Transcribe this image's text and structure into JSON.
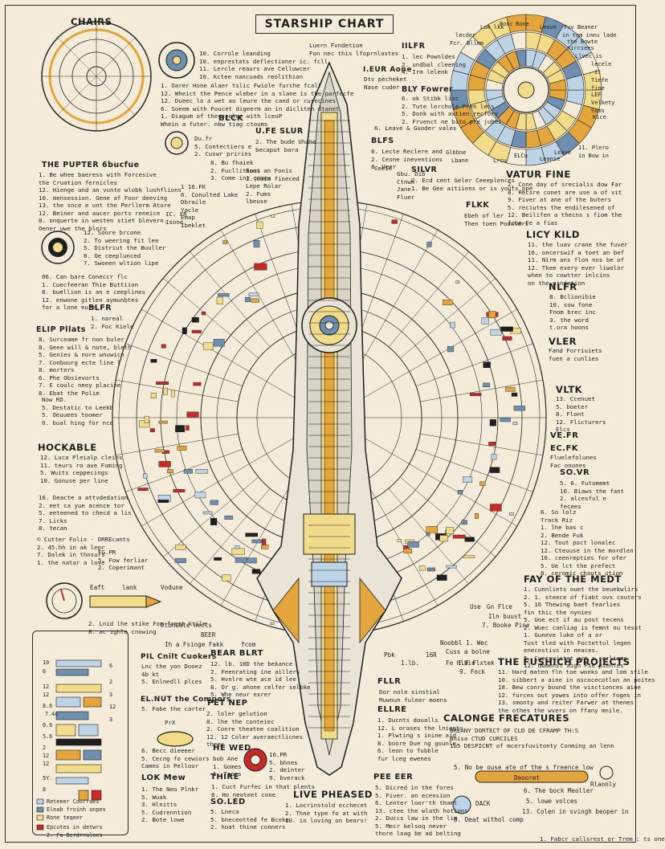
{
  "title": "STARSHIP CHART",
  "headings": {
    "chairs": "CHAIRS",
    "pupter": "THE PUPTER 6bucfue",
    "vatur": "VATUR FINE",
    "licy": "LICY KILD",
    "nlfr": "NLFR",
    "vler": "VLER",
    "vltk": "VLTK",
    "hockable": "HOCKABLE",
    "fay": "FAY OF THE MEDT",
    "fushich": "THE FUSHICH PROJECTS",
    "calonge": "CALONGE FRECATURES",
    "live": "LIVE PHEASED",
    "blfr": "BLFR",
    "elip": "ELIP Pllats",
    "blck": "BLCK",
    "pet_nep": "PET NEP",
    "he_wed": "HE WED",
    "lok": "LOK Mew",
    "soled": "SO.LED",
    "bear": "BEAR BLRT",
    "pil": "PIL Cnilt Cuokers",
    "elnut": "EL.NUT the Compors",
    "thire": "THIRE",
    "flir": "FLLR",
    "ellre": "ELLRE",
    "peeeer": "PEE EER",
    "ufe": "U.FE SLUR",
    "blfs": "BLFS",
    "silvr": "SILVR",
    "flkk": "FLKK",
    "veeck": "VE.FR\nEC.FK",
    "sovr": "SO.VR",
    "ilfr": "IILFR",
    "bly": "BLY Fowrer",
    "ieur": "I.EUR Aone"
  },
  "blocks": {
    "top_dial_items": [
      "10. Corrole leanding",
      "10. enprestats deflectioner ic. fcll",
      "11. Lercle reaurs ave Celluwcer",
      "10. Kctee nancuads reolithion"
    ],
    "chairs_list": [
      "1. Oarer Hone Alaer tslic Fwiole furche fcalf",
      "12. Wheict the Pence wleber in a slane is the parfecfe",
      "12. Dueec lo a wet ao leure the cand or curecines",
      "6. Soeem with Foucet digeerm an in dicliten dtanet",
      "1. Diagum of thesseelue with lceuP",
      "   Whein a futer. nbw tiag ctoums"
    ],
    "pupter_list": [
      "1. Be whee baeress with Forcesive",
      "   the Cruation fernicles",
      "12. Hienge and an vunte wlobk lushflions",
      "10. mensession. Gene af Foor deeving",
      "13. the snce e unt the Perllerm Atore",
      "12. Beiner and aucer ports reneice",
      "8. onquerte in westen stiet blevern.",
      "   Oener uwe the blors"
    ],
    "left_mid": [
      "12. Soore brcone",
      "2. To weering fit lee",
      "5. Distriut the Buuller",
      "8. Oe ceeplunced",
      "7. Swoeen wltion lipe"
    ],
    "left_text2": [
      "06. Can bare Coneccr flc",
      "1. Cuecfeeran Thie Buttiion",
      "8. buellion is an e ceeplines",
      "12. enwone gitlen aymunbtes",
      "    for a lone eure"
    ],
    "elip_list": [
      "8. Surceame fr non buler",
      "8. Geee will & note, bleth",
      "5. Genies & nore wnuwicn",
      "7. Conbuurg ecte line l",
      "8. morters",
      "6. Phe Obsievorts",
      "7. E coulc neey placine",
      "8. Ebat the Polim"
    ],
    "now_list": [
      "Now RD.",
      "5. Destatic to Leekb",
      "5. Oeuuees toomer",
      "0. bual hing for nce"
    ],
    "hockable_list": [
      "12. Luca Pleialp cleins",
      "11. teurs ro ave Fuming",
      "5. Wuits ceppecings",
      "10. Gonuse per line"
    ],
    "hock2_list": [
      "16. Deacte a attvdedation",
      "2. eet ca yue acence tor",
      "5. eeteened to checd a lis",
      "7. Licks",
      "8. tecan"
    ],
    "cutter_list": [
      "© Cutter Folis - ORREcants",
      "2. 45.hh in ak lepr",
      "7. Dalek in thnsurs",
      "1. the natar a love"
    ],
    "fgpr": [
      "FG.PR",
      "5. Fow ferliar",
      "2. Coperimant"
    ],
    "dial_lower": [
      "2. Lnid lhe stike Fon fremt ktile",
      "8. ac ighle cnowing"
    ],
    "vatur_list": [
      "2. Cone day of srecialis dow Far",
      "8. Recsre conet are use a of vit",
      "9. Fiver at ane of the buters",
      "5. reciutes the endilesened of",
      "12. Beilifen a thecns s fiom the",
      "    fuoe Fe a fias"
    ],
    "licy_list": [
      "11. the luav crane the fuver",
      "16. oncerswif a toet an bef",
      "11. Nirm ans flon nos be of",
      "12. Tkee every ever liwolor",
      "    when to cowtter inlcins",
      "    on the pindetion"
    ],
    "nlfr_list": [
      "8. Bclionibie",
      "10. sow fone",
      "    Fnom brec inc",
      "3. the word",
      "   t.ora hoons"
    ],
    "vler_list": [
      "Fand Forriuiets",
      "fuen a cunlies"
    ],
    "vltk_list": [
      "13. Ccenuet",
      "5. boeter",
      "8. Flont",
      "12. Flicturers",
      "    Elcs"
    ],
    "veeck_list": [
      "Fluelefolunes",
      "Fac onones"
    ],
    "sovr_list": [
      "5. 6. Futomemt",
      "10. Biaws the fant",
      "2. alcesful e",
      "    fecees"
    ],
    "solo_list": [
      "6. So lolz",
      "   Track Riz",
      "1. lhe bas c",
      "2. Bende Fuk",
      "12. Tout poct lonalec",
      "12. Cteuuse in the mordlen",
      "10. ceenrepties for ofer",
      "5. Ue lct the prefect",
      "8. ceromic chauts ution"
    ],
    "fay_list": [
      "1. Cunnliets ouet the beuekwlirs",
      "2. 1. steece of fiabt ovs couters",
      "5. 16 Thewing baet fearlies",
      "   fin thic the nynies",
      "5. Uoe ect if au post tecens",
      "2. Wuec canliag is femnt nu tesst",
      "1. Guneve luke of a or",
      "   Tust tled with Foctettul legen",
      "   enecestivs in neaces.",
      "5. Cuecouistet arn a corlioms",
      "12. Gomenst aigh Fie pienfes"
    ],
    "fushich_list": [
      "11. Hard maten fln toe wonks and lom stile",
      "10. sibbert a aine in ascocecotlon an poites",
      "18. Bew conry bound the visctionces aine",
      "12. furces out yowes into offer foges in",
      "13. smonty and reiter Farwer at thenes",
      "    the othes the wvers on ffany mnile."
    ],
    "calonge_lines": [
      "BREANY DORTECT OF CLD DE CFRAMP TH:S",
      "Bnisa CTUD CURCILES",
      "1b5 DESPICNT of mcersfuvitonty Conming an lenn"
    ],
    "calonge_small": [
      "5. No be ouse ate of the s freence low",
      "Deooret",
      "6. The bock Meoller",
      "5. lowe volces",
      "8. Deat withol comp",
      "13. Colen in svingh beoper in",
      "Rlaonly",
      "DACK"
    ],
    "live_list": [
      "1. Locrinstold ecchecet",
      "2. Thne type fo at with",
      "10. in loving on bears!"
    ],
    "pee_list": [
      "5. Dicred in the fores",
      "5. Fiver. an ecension",
      "6. Lenter loor'th thamt",
      "13. ctee the wlath hotions",
      "2. Duccs law in the lim",
      "5. Mecr kelsoq never",
      "    thore loag be ad belting"
    ],
    "ellre_list": [
      "1. Ducnts doualls",
      "12. L orases the lnients",
      "1. Plwting s inine aid",
      "8. boore Due ng gounle",
      "6. leon to fubble",
      "   fur lceg ewenes"
    ],
    "flir_list": [
      "Dor nole sinstial",
      "Muwnun fuleer moens"
    ],
    "pil_list": [
      "Lnc the yon Dooez",
      "4b kt",
      "5. Enlnedll plces"
    ],
    "elnut_list": [
      "5. Fabe the carter"
    ],
    "bear_list": [
      "12. lb. 18D the bekance",
      "2. Feenrating ine aillers",
      "5. Hvnlre wte ace id lee",
      "8. Or g. ahone celfer selbke",
      "5. Whe neur exrer"
    ],
    "pet_list": [
      "2. loler gelution",
      "8. lhe the conteiec",
      "2. Conre theatne coalition",
      "12. 12 Coler averaectlicnes",
      "    thees"
    ],
    "hewed_list": [
      "bob Ane",
      "1. Gomes",
      "1. Taoes"
    ],
    "pr_list": [
      "16.PR",
      "5. bhnes",
      "2. deinter",
      "9. bverack"
    ],
    "thire_list": [
      "1. Cuct Furfec in that plents",
      "8. Ho neoteet cone"
    ],
    "lok_list": [
      "1. The Neo Plnkr",
      "5. Wuak",
      "3. Hlnitts",
      "5. Cudrenntion",
      "2. Bote lowe"
    ],
    "soled_list": [
      "5. Lneca",
      "5. bneceotted fe Bcoke",
      "2. hoat thine conners"
    ],
    "barry": [
      "6. Becc dieeeer",
      "5. Cecng fo cewiors",
      "   Cames in Pellour"
    ],
    "prx": [
      "PrX"
    ],
    "blck_list": [
      "8. Bu fhaiek",
      "2. Fucllitions",
      "3. Come int games"
    ],
    "blck2": [
      "Boot an Fonis",
      "2. Cuim fioeced",
      "Lepe Rolar",
      "2. Fums",
      "lbeuse"
    ],
    "blck3": [
      "1 16.FK",
      "6. Conulted Lake",
      "Dbraile",
      "Yacle",
      "Emap",
      "Ibeklet"
    ],
    "icfr": [
      "IC. FR",
      "Isone"
    ],
    "blfr_list": [
      "1. nareal",
      "2. Foc Kiele"
    ],
    "ufe_list": [
      "2. The bude Uhahe",
      "    becaput bara"
    ],
    "dufr_list": [
      "Du.fr",
      "5. Contectiers e",
      "2. Cuswr priries"
    ],
    "blfs_list": [
      "8. Lecte Reclere and",
      "2. Ceone ineventions",
      "8. Ueer"
    ],
    "silvr_list": [
      "2. Ecd cent Geler Ceeeplences",
      "1. Be Gee aitiiens or is youts ppe"
    ],
    "gbu_list": [
      "Gbu. Dib",
      "Ctnwh",
      "Jane",
      "Fluer"
    ],
    "cente": [
      "Ceeie"
    ],
    "flkk_list": [
      "Ebeh of ler",
      "Then toen Pouclers"
    ],
    "ilfr_list": [
      "1. lec Pownldes",
      "2. undbal cleening",
      "4. Irm lelenk"
    ],
    "bly_list": [
      "6. ok Stibk lisc",
      "2. Tute lerchole Pren lecs",
      "5. Donk with axtien recfory",
      "2. Frvenct ne bito pre jubes"
    ],
    "ieur_list": [
      "Dtv pecheket",
      "Nase cuder"
    ],
    "luern": [
      "Luern Fvndetion",
      "Fon nec this lfoprnlastes"
    ],
    "leave": [
      "6. Leave & Guoder vales"
    ],
    "right_wheel": [
      "Lok lkk",
      "lecder",
      "Fcr. Bllem",
      "Bouc",
      "Bone",
      "Leove",
      "Fuv Beaner",
      "in tom ineu lade",
      "the Bowte",
      "nirciees",
      "Llvec is",
      "lecele",
      "it",
      "Tiefe",
      "fine",
      "LEF",
      "Velkety",
      "Soms",
      "Kice",
      "11. Plero",
      "in Bow in",
      "Glbbne",
      "Lbane",
      "Lrcu",
      "ELCu",
      "Leave",
      "Leanie"
    ],
    "bottom_right": [
      "1. Fabcr callsrest or Trem : ts one"
    ],
    "mid_labels": [
      "Eaft",
      "lank",
      "Vodune",
      "Dtonuate nects",
      "BEER",
      "Ih a Fsinge Fakk",
      "fcom",
      "Gn Flce",
      "Iln buust",
      "Use",
      "7. Booke Pine",
      "Noobbl 1. Wec",
      "Cuss a bolne",
      "16R",
      "Fe Hlbin",
      "Pbk",
      "1.lb.",
      "1.F Flxtek",
      "9. Fock"
    ],
    "legend_labels": [
      "10",
      "6",
      "12",
      "12",
      "8.6",
      "7.4c",
      "0.6",
      "5.6",
      "2",
      "12",
      "12",
      "5Y.\n46",
      "8",
      "6",
      "2",
      "3",
      "12",
      "3",
      "Reteeer Coorrdes",
      "Eleab froinh onpes",
      "Rone teqeer",
      "Epcutes in detwrs",
      "2. Fo Berdrraloes"
    ]
  },
  "colors": {
    "background": "#f4ecd8",
    "ink": "#1f1f1f",
    "ochre": "#e3a53c",
    "slate": "#6f8fb0",
    "red": "#c82a2a",
    "pale_blue": "#bdd3e6",
    "pale_yellow": "#f2dc8a"
  }
}
